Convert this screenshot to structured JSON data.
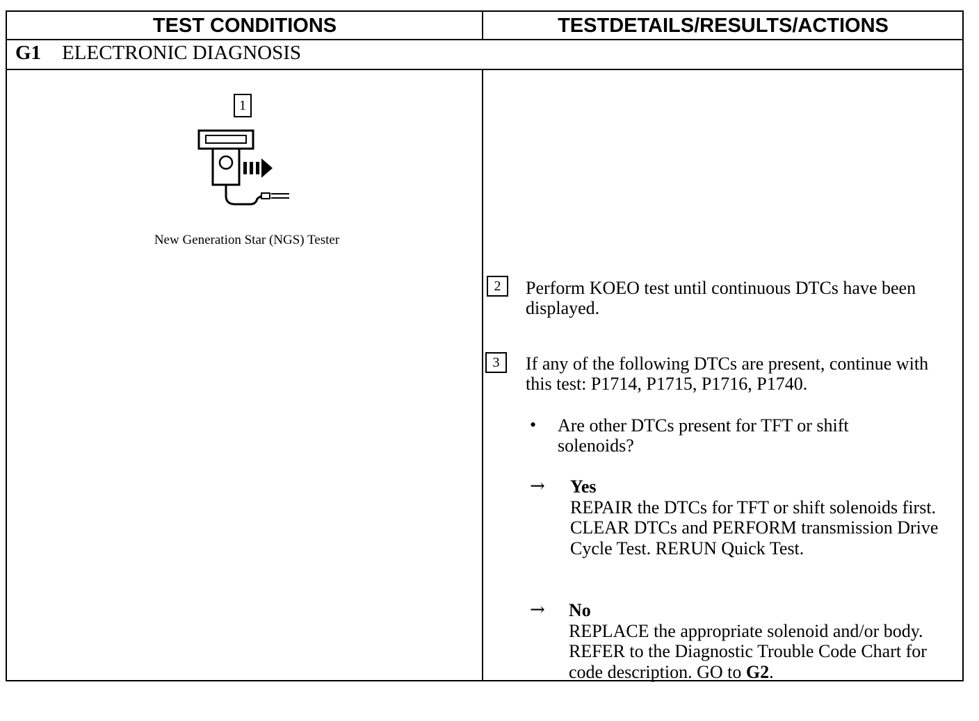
{
  "header": {
    "col_left": "TEST CONDITIONS",
    "col_right": "TESTDETAILS/RESULTS/ACTIONS"
  },
  "section": {
    "code": "G1",
    "title": "ELECTRONIC DIAGNOSIS"
  },
  "left": {
    "step1_number": "1",
    "tester_caption": "New Generation Star (NGS) Tester",
    "tester_icon": "ngs-tester-icon"
  },
  "right": {
    "step2_number": "2",
    "step2_text": "Perform KOEO test until continuous DTCs have been displayed.",
    "step3_number": "3",
    "step3_text": "If any of the following DTCs are present, continue with this test: P1714, P1715, P1716, P1740.",
    "bullet_symbol": "•",
    "question": "Are other DTCs present for TFT or shift solenoids?",
    "arrow_symbol": "→",
    "yes_label": "Yes",
    "yes_text": "REPAIR the DTCs for TFT or shift solenoids first. CLEAR DTCs and PERFORM transmission Drive Cycle Test. RERUN Quick Test.",
    "no_label": "No",
    "no_text_main": "REPLACE the appropriate solenoid and/or body. REFER to the Diagnostic Trouble Code Chart for code description. GO to ",
    "no_text_goto": "G2",
    "no_text_end": "."
  }
}
